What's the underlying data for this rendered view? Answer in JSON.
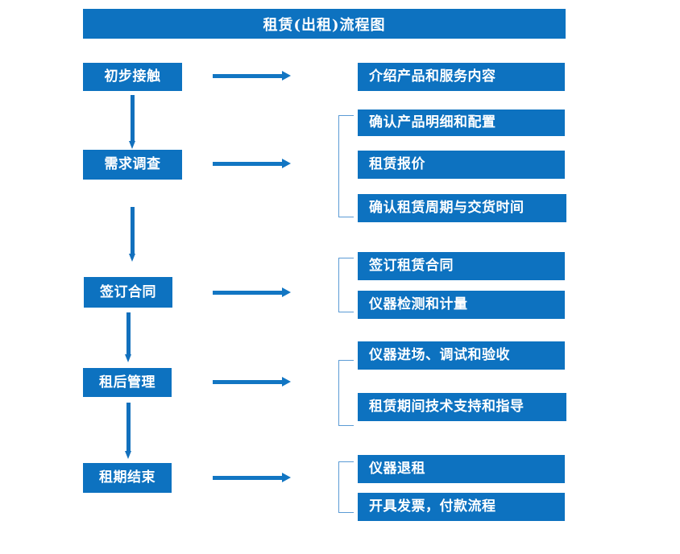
{
  "chart_data": {
    "type": "diagram",
    "title": "租赁(出租)流程图",
    "diagram_kind": "flowchart",
    "orientation": "vertical-stages-with-right-details",
    "stages": [
      {
        "label": "初步接触",
        "details": [
          "介绍产品和服务内容"
        ],
        "bracketed": false
      },
      {
        "label": "需求调查",
        "details": [
          "确认产品明细和配置",
          "租赁报价",
          "确认租赁周期与交货时间"
        ],
        "bracketed": true
      },
      {
        "label": "签订合同",
        "details": [
          "签订租赁合同",
          "仪器检测和计量"
        ],
        "bracketed": true
      },
      {
        "label": "租后管理",
        "details": [
          "仪器进场、调试和验收",
          "租赁期间技术支持和指导"
        ],
        "bracketed": true
      },
      {
        "label": "租期结束",
        "details": [
          "仪器退租",
          "开具发票，付款流程"
        ],
        "bracketed": true
      }
    ]
  },
  "colors": {
    "box_fill": "#0d72c0",
    "box_text": "#ffffff",
    "arrow": "#1276c3",
    "bracket": "#5b9bd5",
    "background": "#ffffff"
  },
  "title": {
    "text": "租赁(出租)流程图"
  },
  "stages": [
    {
      "label": "初步接触"
    },
    {
      "label": "需求调查"
    },
    {
      "label": "签订合同"
    },
    {
      "label": "租后管理"
    },
    {
      "label": "租期结束"
    }
  ],
  "details": {
    "d1": "介绍产品和服务内容",
    "d2": "确认产品明细和配置",
    "d3": "租赁报价",
    "d4": "确认租赁周期与交货时间",
    "d5": "签订租赁合同",
    "d6": "仪器检测和计量",
    "d7": "仪器进场、调试和验收",
    "d8": "租赁期间技术支持和指导",
    "d9": "仪器退租",
    "d10": "开具发票，付款流程"
  }
}
